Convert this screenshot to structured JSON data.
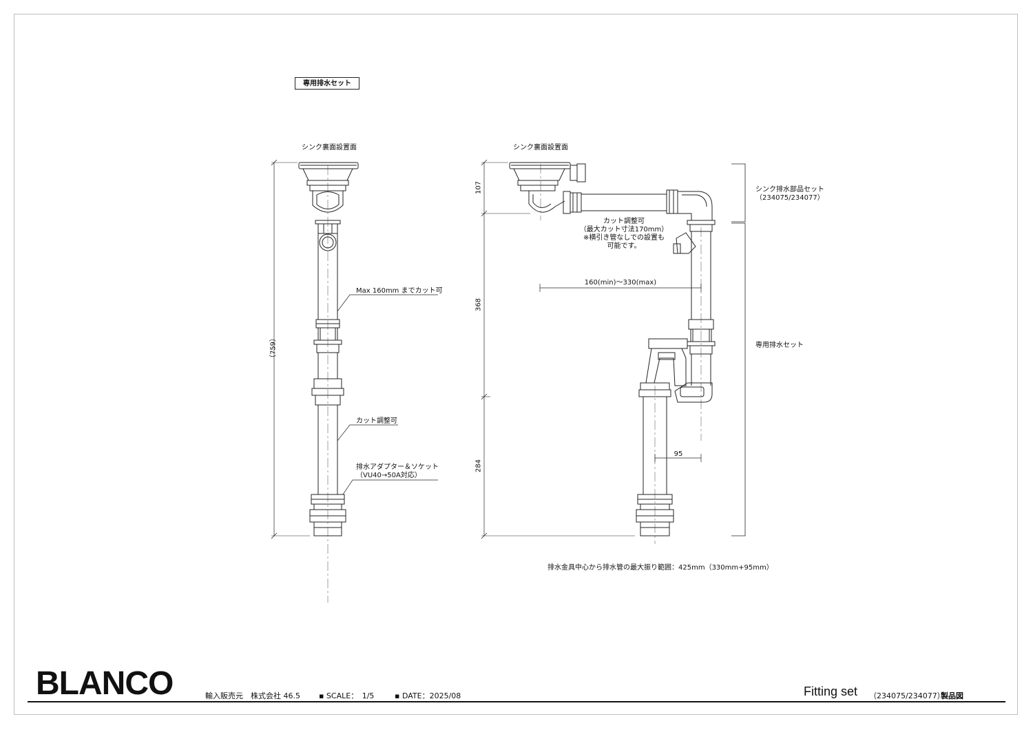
{
  "header": {
    "set_label": "専用排水セット"
  },
  "left_view": {
    "surface_label": "シンク裏面設置面",
    "overall_dim": "（759）",
    "cut_note": "Max 160mm までカット可",
    "adjust_note": "カット調整可",
    "adapter_note_1": "排水アダプター＆ソケット",
    "adapter_note_2": "（VU40→50A対応）"
  },
  "right_view": {
    "surface_label": "シンク裏面設置面",
    "dim_top": "107",
    "dim_mid": "368",
    "dim_bottom": "284",
    "cut_note_1": "カット調整可",
    "cut_note_2": "（最大カット寸法170mm）",
    "cut_note_3": "※横引き管なしでの設置も",
    "cut_note_4": "可能です。",
    "range_dim": "160(min)〜330(max)",
    "offset_dim": "95",
    "parts_label_1": "シンク排水部品セット",
    "parts_label_2": "（234075/234077）",
    "drain_set_label": "専用排水セット",
    "max_swing_note": "排水金具中心から排水管の最大振り範囲：425mm（330mm+95mm）"
  },
  "footer": {
    "brand": "BLANCO",
    "distributor": "輸入販売元　株式会社 46.5",
    "scale_label": "▪ SCALE：　1/5",
    "date_label": "▪ DATE：2025/08",
    "product_title": "Fitting set",
    "product_codes": "（234075/234077）",
    "drawing_type": "製品図"
  }
}
